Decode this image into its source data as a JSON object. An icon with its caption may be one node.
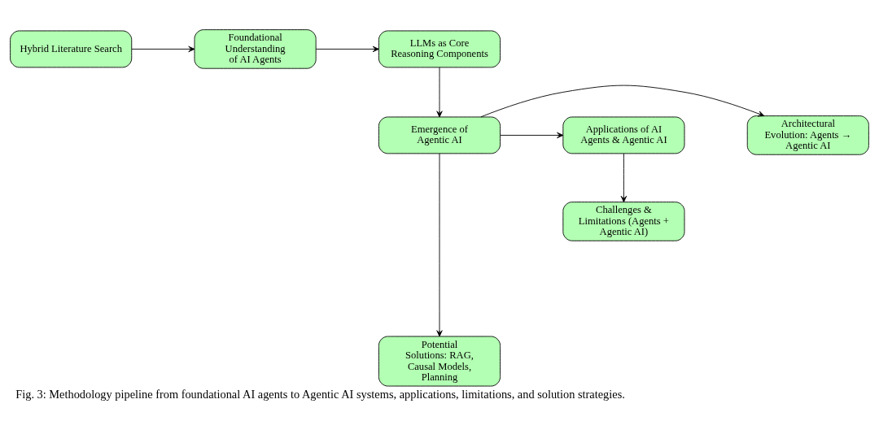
{
  "diagram": {
    "caption": "Fig. 3: Methodology pipeline from foundational AI agents to Agentic AI systems, applications, limitations, and solution strategies.",
    "nodes": [
      {
        "text": [
          "Hybrid Literature Search"
        ]
      },
      {
        "text": [
          "Foundational Understanding of AI Agents"
        ]
      },
      {
        "text": [
          "LLMs as Core Reasoning Components"
        ]
      },
      {
        "text": [
          "Architectural Evolution: Agents → Agentic AI"
        ]
      },
      {
        "text": [
          "Emergence of Agentic AI"
        ]
      },
      {
        "text": [
          "Applications of AI Agents & Agentic AI"
        ]
      },
      {
        "text": [
          "Challenges & Limitations (Agents + Agentic AI)"
        ]
      },
      {
        "text": [
          "Potential Solutions: RAG, Causal Models, Planning"
        ]
      }
    ],
    "edges": [
      {
        "from": 0,
        "to": 1,
        "arrow": "to"
      },
      {
        "from": 1,
        "to": 2,
        "arrow": "to"
      },
      {
        "from": 2,
        "to": 4,
        "arrow": "to"
      },
      {
        "from": 4,
        "to": 3,
        "arrow": "to"
      },
      {
        "from": 4,
        "to": 5,
        "arrow": "to"
      },
      {
        "from": 5,
        "to": 6,
        "arrow": "to"
      },
      {
        "from": 4,
        "to": 7,
        "arrow": "to"
      }
    ]
  }
}
